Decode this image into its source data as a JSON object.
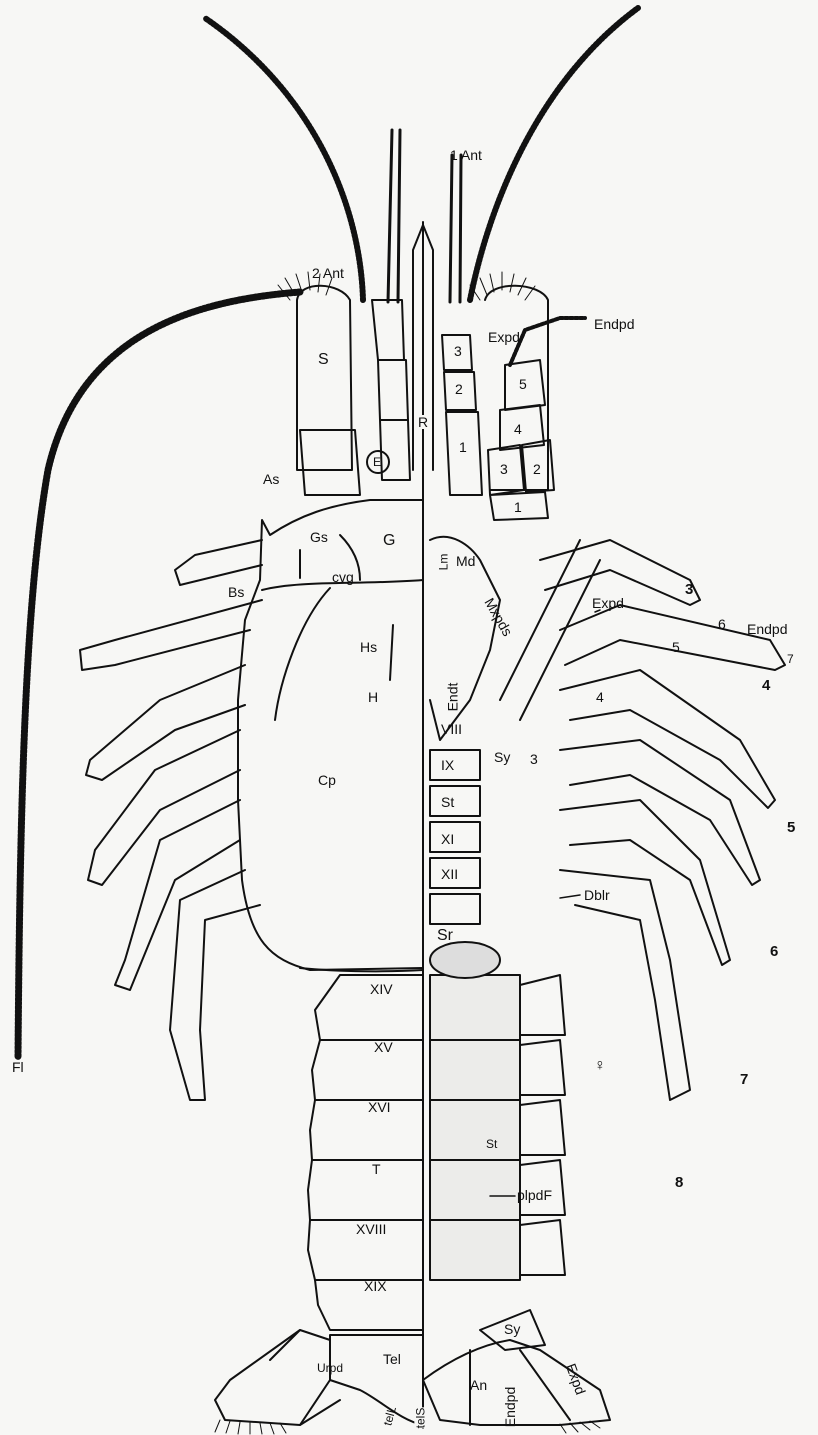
{
  "labels": {
    "ant2": "2 Ant",
    "ant1": "1 Ant",
    "scale": "S",
    "rostrum": "R",
    "expd_top": "Expd",
    "endpd_top": "Endpd",
    "seg3": "3",
    "seg2": "2",
    "seg1": "1",
    "mxp5": "5",
    "mxp4": "4",
    "mxp3": "3",
    "mxp2": "2",
    "mxp1": "1",
    "eye": "E",
    "as": "As",
    "gs": "Gs",
    "g": "G",
    "bs": "Bs",
    "cvg": "cvg",
    "hs": "Hs",
    "h": "H",
    "cp": "Cp",
    "lm": "Lm",
    "md": "Md",
    "mxpds": "Mxpds",
    "endt": "Endt",
    "expd_mid": "Expd",
    "leg_seg5": "5",
    "leg_seg6": "6",
    "endpd_mid": "Endpd",
    "leg_seg7": "7",
    "leg_seg4": "4",
    "leg_seg3": "3",
    "sy_thorax": "Sy",
    "st_viii": "VIII",
    "st_ix": "IX",
    "st_st": "St",
    "st_xi": "XI",
    "st_xii": "XII",
    "dblr": "Dblr",
    "sr": "Sr",
    "xiv": "XIV",
    "xv": "XV",
    "xvi": "XVI",
    "t": "T",
    "xviii": "XVIII",
    "xix": "XIX",
    "female": "♀",
    "st_abd": "St",
    "plpdf": "plpdF",
    "fl": "Fl",
    "sy_tail": "Sy",
    "tel": "Tel",
    "urpd": "Urpd",
    "an": "An",
    "endpd_tail": "Endpd",
    "expd_tail": "Expd",
    "tell": "telL",
    "tels": "telS"
  },
  "leg_numbers": [
    "3",
    "4",
    "5",
    "6",
    "7",
    "8"
  ]
}
